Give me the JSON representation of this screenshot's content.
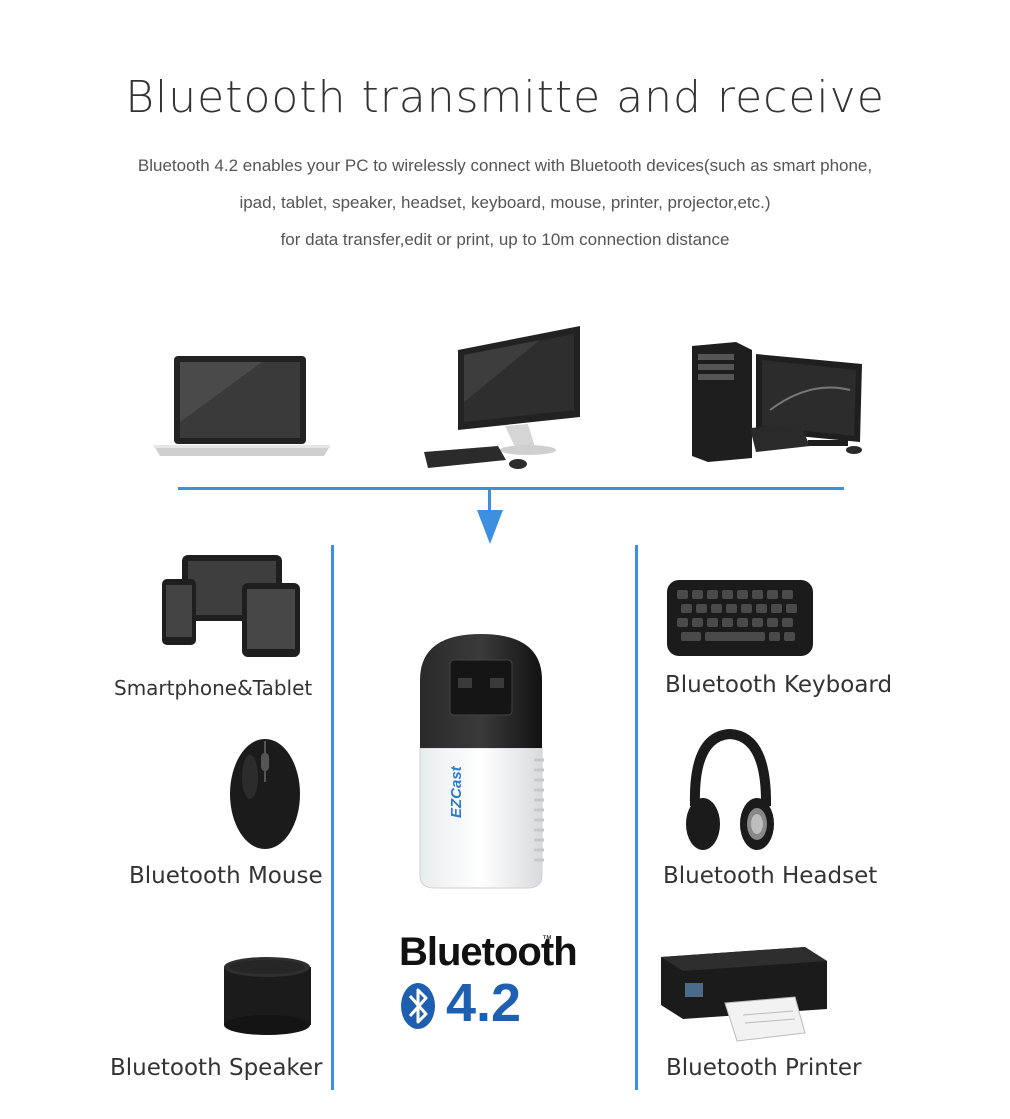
{
  "header": {
    "title": "Bluetooth transmitte and receive",
    "desc_line1": "Bluetooth 4.2 enables your PC to wirelessly connect with Bluetooth devices(such as smart phone,",
    "desc_line2": "ipad, tablet, speaker, headset, keyboard, mouse, printer, projector,etc.)",
    "desc_line3": "for data transfer,edit or print, up to 10m connection distance"
  },
  "devices_left": [
    {
      "label": "Smartphone&Tablet",
      "icon": "tablet-phone-icon"
    },
    {
      "label": "Bluetooth Mouse",
      "icon": "mouse-icon"
    },
    {
      "label": "Bluetooth Speaker",
      "icon": "speaker-icon"
    }
  ],
  "devices_right": [
    {
      "label": "Bluetooth Keyboard",
      "icon": "keyboard-icon"
    },
    {
      "label": "Bluetooth Headset",
      "icon": "headset-icon"
    },
    {
      "label": "Bluetooth Printer",
      "icon": "printer-icon"
    }
  ],
  "center": {
    "brand_text": "EZCast",
    "bt_word": "Bluetooth",
    "tm": "™",
    "version": "4.2"
  },
  "colors": {
    "accent": "#3d8fe0",
    "bt_blue": "#1f5fb0"
  }
}
